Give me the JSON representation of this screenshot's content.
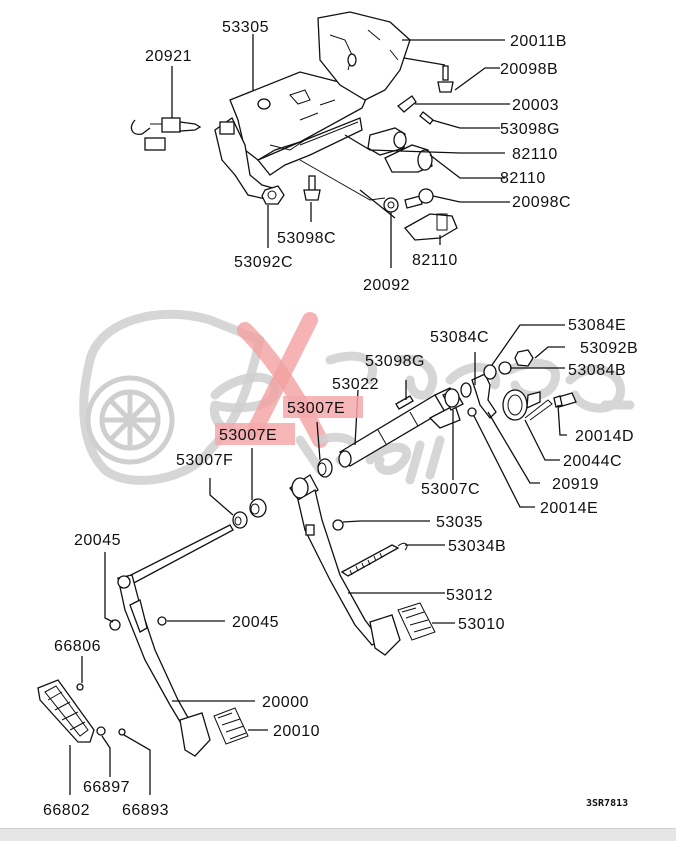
{
  "diagram": {
    "title": "Brake & Clutch Pedal Assembly Parts Diagram",
    "watermark": {
      "text": "eXtreme PSI",
      "accent_color": "#f3a0a0",
      "gray_color": "#cfcfcf"
    },
    "highlight_color": "#f4a9ab",
    "drawing_code": "3SR7813",
    "labels": {
      "l_53305": "53305",
      "l_20921": "20921",
      "l_20011B": "20011B",
      "l_20098B": "20098B",
      "l_20003": "20003",
      "l_53098G_top": "53098G",
      "l_82110_a": "82110",
      "l_82110_b": "82110",
      "l_20098C": "20098C",
      "l_53098C": "53098C",
      "l_53092C": "53092C",
      "l_82110_c": "82110",
      "l_20092": "20092",
      "l_53084C": "53084C",
      "l_53084E": "53084E",
      "l_53092B": "53092B",
      "l_53084B": "53084B",
      "l_53098G_mid": "53098G",
      "l_53022": "53022",
      "l_53007E_a": "53007E",
      "l_53007E_b": "53007E",
      "l_53007F": "53007F",
      "l_20014D": "20014D",
      "l_20044C": "20044C",
      "l_53007C": "53007C",
      "l_20919": "20919",
      "l_20014E": "20014E",
      "l_53035": "53035",
      "l_20045_a": "20045",
      "l_53034B": "53034B",
      "l_53012": "53012",
      "l_20045_b": "20045",
      "l_53010": "53010",
      "l_66806": "66806",
      "l_20000": "20000",
      "l_20010": "20010",
      "l_66897": "66897",
      "l_66802": "66802",
      "l_66893": "66893"
    },
    "highlighted_parts": [
      "53007E"
    ]
  }
}
